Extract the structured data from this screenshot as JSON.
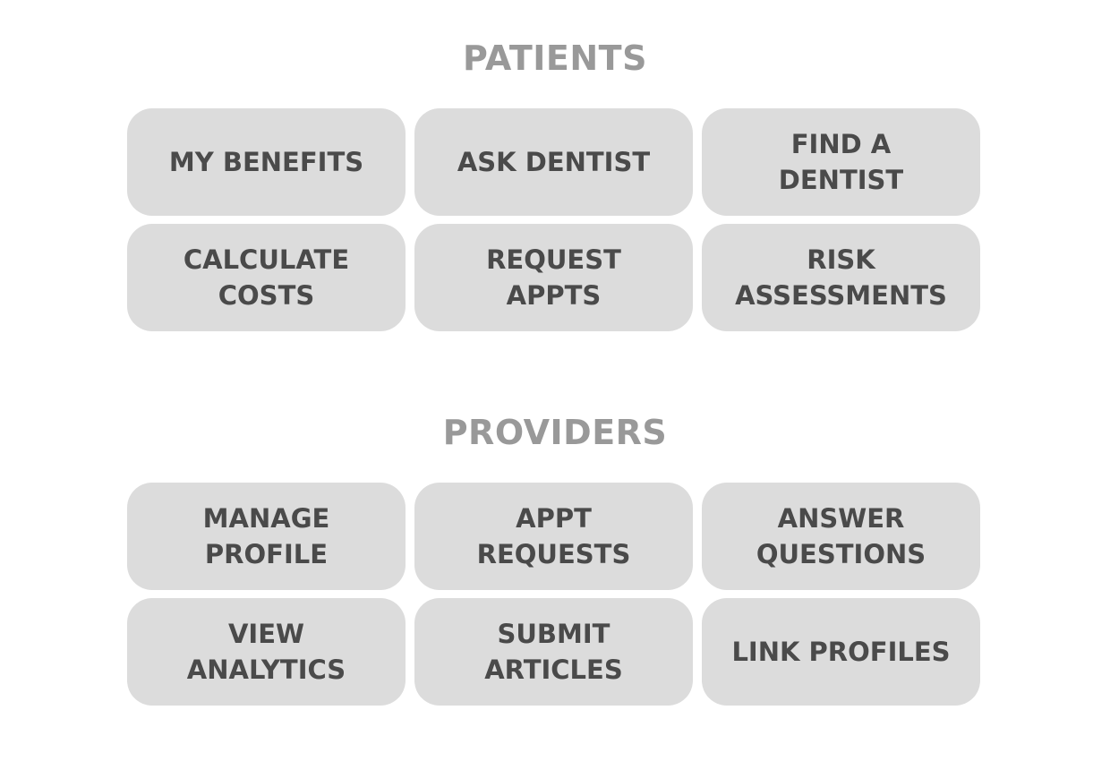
{
  "patients": {
    "title": "PATIENTS",
    "tiles": [
      {
        "label": "MY BENEFITS"
      },
      {
        "label": "ASK DENTIST"
      },
      {
        "label": "FIND A\nDENTIST"
      },
      {
        "label": "CALCULATE\nCOSTS"
      },
      {
        "label": "REQUEST\nAPPTS"
      },
      {
        "label": "RISK\nASSESSMENTS"
      }
    ]
  },
  "providers": {
    "title": "PROVIDERS",
    "tiles": [
      {
        "label": "MANAGE\nPROFILE"
      },
      {
        "label": "APPT\nREQUESTS"
      },
      {
        "label": "ANSWER\nQUESTIONS"
      },
      {
        "label": "VIEW\nANALYTICS"
      },
      {
        "label": "SUBMIT\nARTICLES"
      },
      {
        "label": "LINK PROFILES"
      }
    ]
  },
  "colors": {
    "section_title": "#999999",
    "tile_background": "#dcdcdc",
    "tile_text": "#4a4a4a",
    "page_background": "#ffffff"
  }
}
